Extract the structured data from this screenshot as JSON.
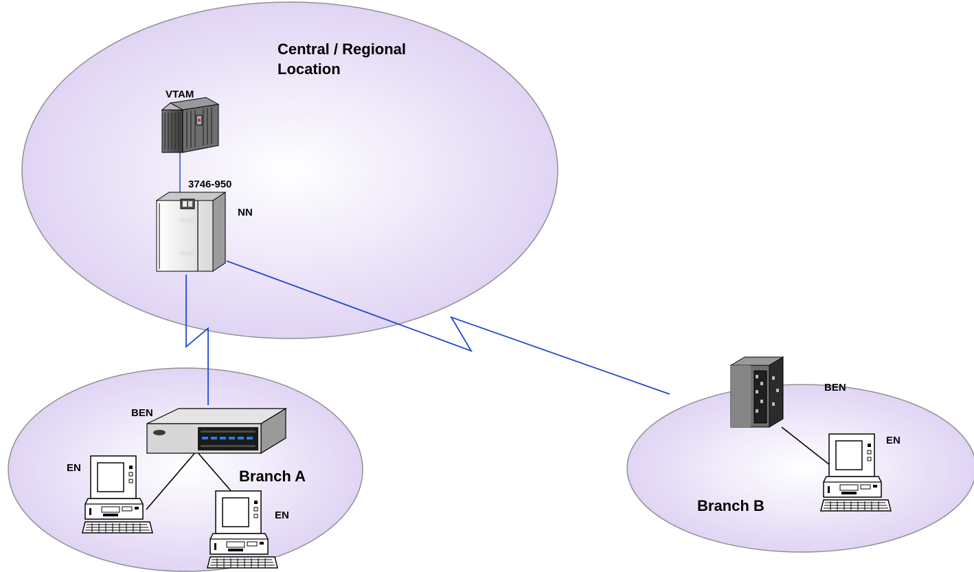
{
  "regions": {
    "central": {
      "title_line1": "Central / Regional",
      "title_line2": "Location"
    },
    "branch_a": {
      "title": "Branch A"
    },
    "branch_b": {
      "title": "Branch B"
    }
  },
  "nodes": {
    "vtam": {
      "label": "VTAM"
    },
    "controller": {
      "model": "3746-950",
      "role": "NN"
    },
    "branch_a_router": {
      "role": "BEN"
    },
    "branch_a_pc1": {
      "role": "EN"
    },
    "branch_a_pc2": {
      "role": "EN"
    },
    "branch_b_router": {
      "role": "BEN"
    },
    "branch_b_pc": {
      "role": "EN"
    }
  },
  "colors": {
    "region_fill": "#e2d6f5",
    "region_stroke": "#8f8f8f",
    "wan_link": "#1f48d0",
    "lan_link": "#000000"
  }
}
